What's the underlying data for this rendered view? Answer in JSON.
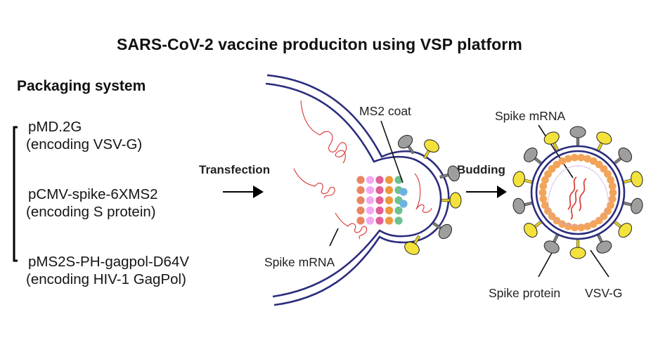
{
  "title": "SARS-CoV-2 vaccine produciton using VSP platform",
  "packaging": {
    "heading": "Packaging system",
    "plasmids": [
      {
        "name": "pMD.2G",
        "encoding": "(encoding VSV-G)"
      },
      {
        "name": "pCMV-spike-6XMS2",
        "encoding": "(encoding S protein)"
      },
      {
        "name": "pMS2S-PH-gagpol-D64V",
        "encoding": "(encoding HIV-1 GagPol)"
      }
    ]
  },
  "steps": {
    "transfection": "Transfection",
    "budding": "Budding"
  },
  "labels": {
    "ms2_coat": "MS2 coat",
    "spike_mrna_cell": "Spike mRNA",
    "spike_mrna_particle": "Spike mRNA",
    "spike_protein": "Spike protein",
    "vsv_g": "VSV-G"
  },
  "colors": {
    "membrane": "#2b2d7e",
    "mrna": "#d9443f",
    "spike": "#f4e23c",
    "vsvg": "#9e9e9e",
    "gag": "#f2a55a",
    "gag_grid": [
      "#e8875f",
      "#f2a8f0",
      "#e0609a",
      "#f0973c",
      "#6fc190"
    ],
    "ms2": "#6cb3e2",
    "genome_outline": "#c9a0d9"
  }
}
